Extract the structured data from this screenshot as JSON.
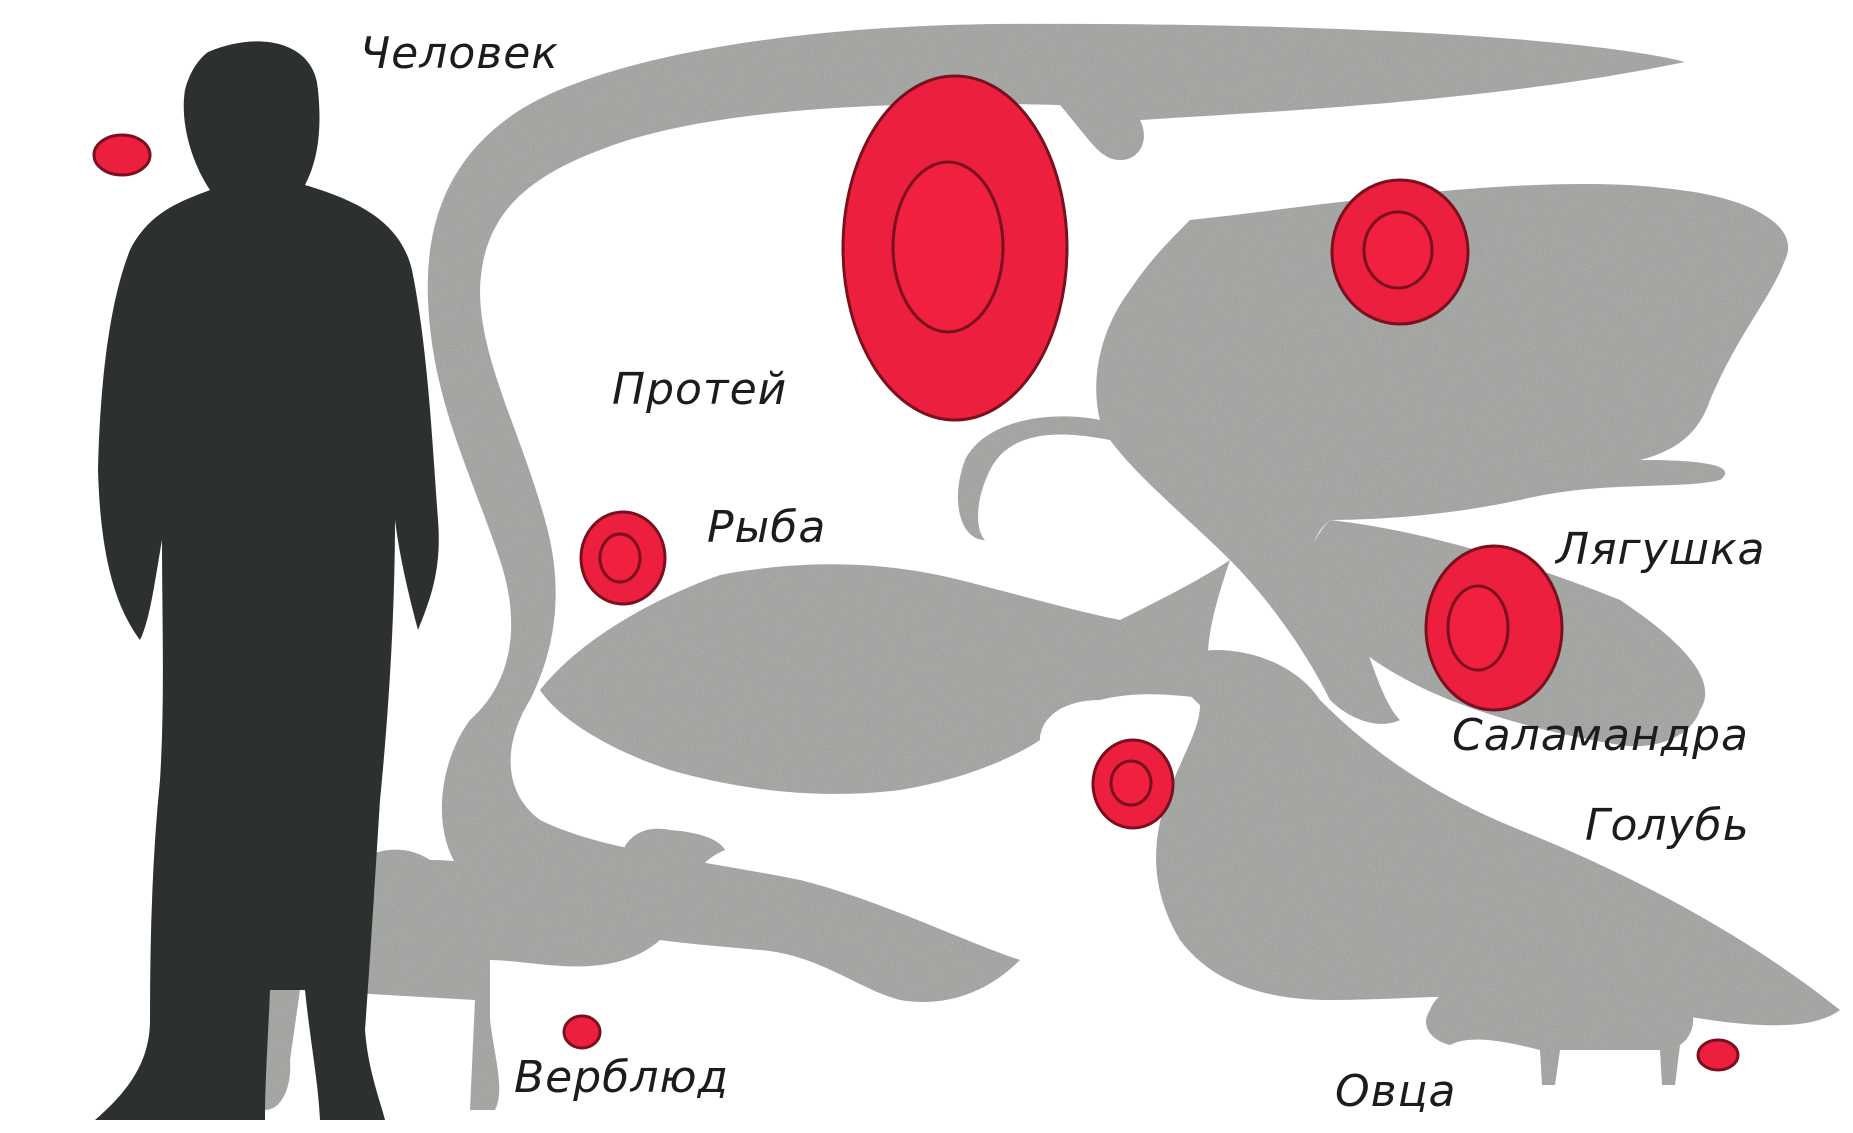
{
  "labels": {
    "human": "Человек",
    "proteus": "Протей",
    "fish": "Рыба",
    "frog": "Лягушка",
    "salamander": "Саламандра",
    "pigeon": "Голубь",
    "camel": "Верблюд",
    "sheep": "Овца"
  },
  "colors": {
    "silhouette_gray": "#9a9c98",
    "human_silhouette": "#2d312e",
    "cell_red": "#ec1f3f",
    "cell_outline": "#7a0f1e",
    "text": "#1c1c1c"
  }
}
